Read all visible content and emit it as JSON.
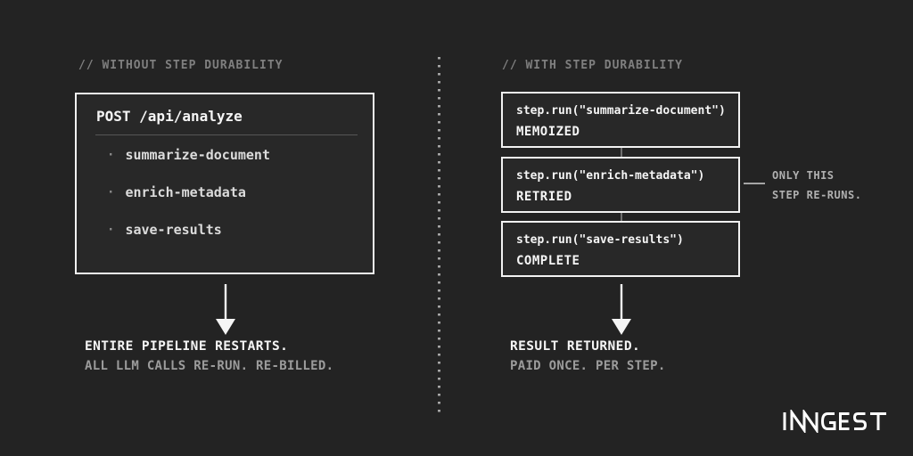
{
  "left": {
    "header": "// WITHOUT STEP DURABILITY",
    "box": {
      "title": "POST /api/analyze",
      "bullet_char": "·",
      "items": [
        "summarize-document",
        "enrich-metadata",
        "save-results"
      ]
    },
    "caption_primary": "ENTIRE PIPELINE RESTARTS.",
    "caption_secondary": "ALL LLM CALLS RE-RUN. RE-BILLED."
  },
  "right": {
    "header": "// WITH STEP DURABILITY",
    "steps": [
      {
        "code": "step.run(\"summarize-document\")",
        "status": "MEMOIZED"
      },
      {
        "code": "step.run(\"enrich-metadata\")",
        "status": "RETRIED"
      },
      {
        "code": "step.run(\"save-results\")",
        "status": "COMPLETE"
      }
    ],
    "annotation": {
      "line1": "ONLY THIS",
      "line2": "STEP RE-RUNS."
    },
    "caption_primary": "RESULT RETURNED.",
    "caption_secondary": "PAID ONCE. PER STEP."
  },
  "branding": {
    "logo_text": "INNGEST"
  },
  "colors": {
    "bg": "#232323",
    "panel": "#282828",
    "fg": "#f5f5f5",
    "muted": "#7f7f7f",
    "dim": "#9c9c9c",
    "border": "#f2f2f2",
    "dots": "#a5a5a5",
    "note": "#b0b0b0"
  }
}
